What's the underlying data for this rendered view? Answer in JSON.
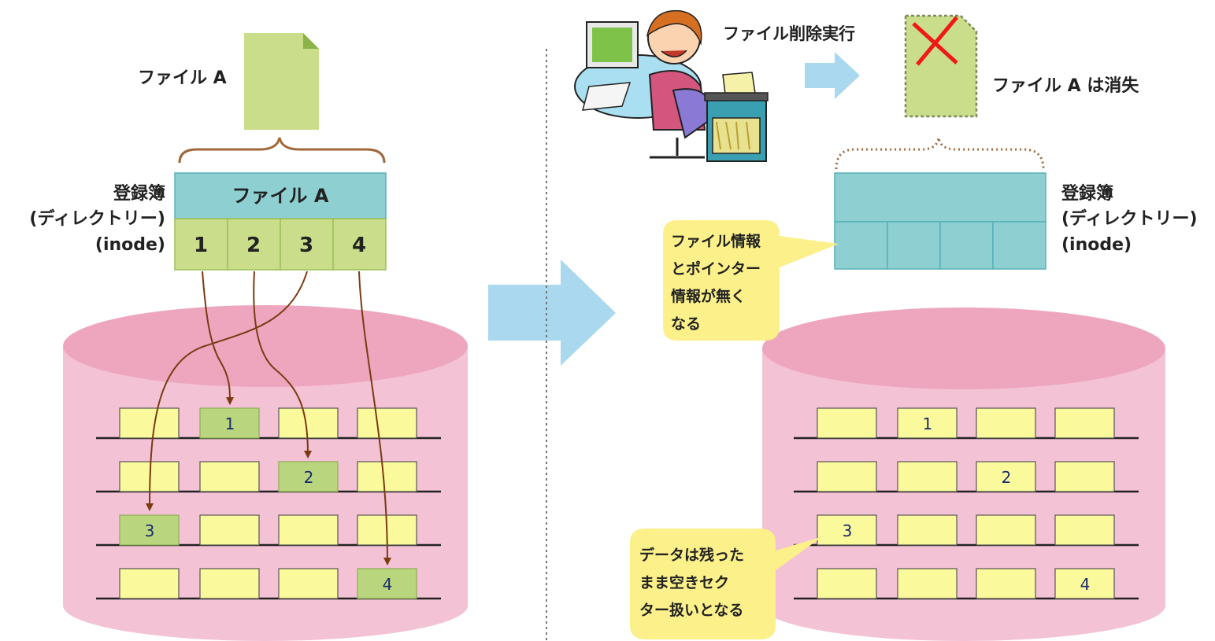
{
  "left": {
    "file_label": "ファイル A",
    "directory_label": [
      "登録簿",
      "(ディレクトリー)",
      "(inode)"
    ],
    "directory_title": "ファイル A",
    "pointers": [
      "1",
      "2",
      "3",
      "4"
    ],
    "sector_labels": [
      "1",
      "2",
      "3",
      "4"
    ]
  },
  "right": {
    "action_label": "ファイル削除実行",
    "lost_label": "ファイル A は消失",
    "directory_label": [
      "登録簿",
      "(ディレクトリー)",
      "(inode)"
    ],
    "callout_info": [
      "ファイル情報",
      "とポインター",
      "情報が無く",
      "なる"
    ],
    "callout_data": [
      "データは残った",
      "まま空きセク",
      "ター扱いとなる"
    ],
    "sector_labels": [
      "1",
      "2",
      "3",
      "4"
    ]
  },
  "colors": {
    "file_green": "#c9dd8a",
    "directory_teal": "#8ecfd2",
    "disk_pink": "#f3c2d4",
    "disk_top": "#eea6bf",
    "sector_yellow": "#fafa9c",
    "arrow_blue": "#a9d8ef",
    "pointer_brown": "#7a3a12",
    "callout_yellow": "#fbf08a"
  }
}
